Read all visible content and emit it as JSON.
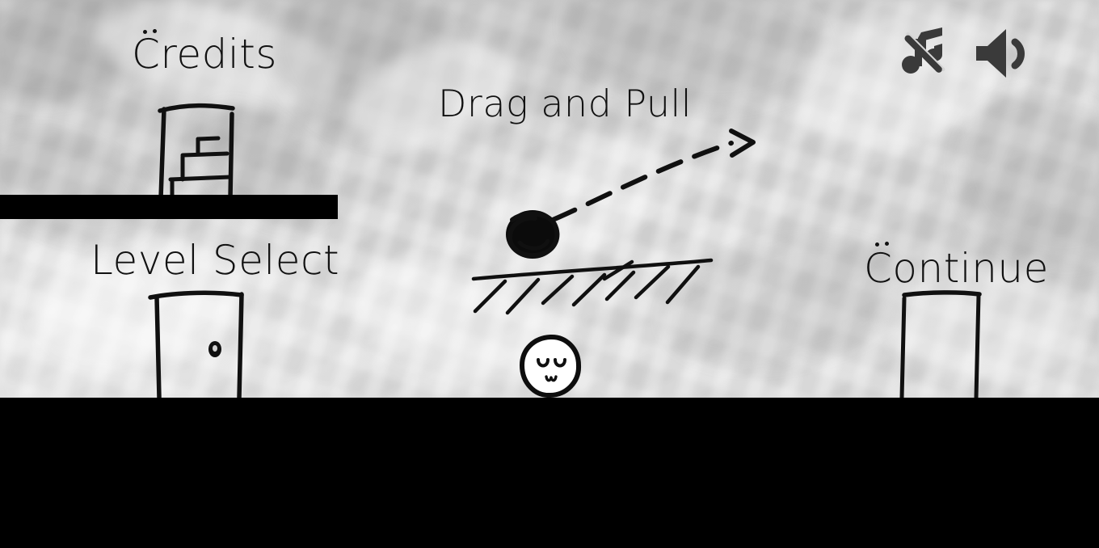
{
  "app": {
    "title": "Drag and Pull",
    "screen": "main-menu"
  },
  "menu": {
    "credits_label": "Credits",
    "level_select_label": "Level Select",
    "continue_label": "Continue"
  },
  "tutorial": {
    "title": "Drag and Pull",
    "ball_hint": "scribbled-ball",
    "ground_hint": "hatched-ground",
    "arrow_hint": "dashed-trajectory-arrow"
  },
  "audio": {
    "music_icon": "music-note-slash-icon",
    "music_state": "off",
    "sound_icon": "speaker-wave-icon",
    "sound_state": "on"
  },
  "player": {
    "face": "uwu-face",
    "eye_left": "u",
    "eye_right": "u",
    "mouth": "w"
  },
  "colors": {
    "paper": "#d6d6d6",
    "ink": "#101010",
    "band": "#000000",
    "icon": "#3a3a3a"
  }
}
